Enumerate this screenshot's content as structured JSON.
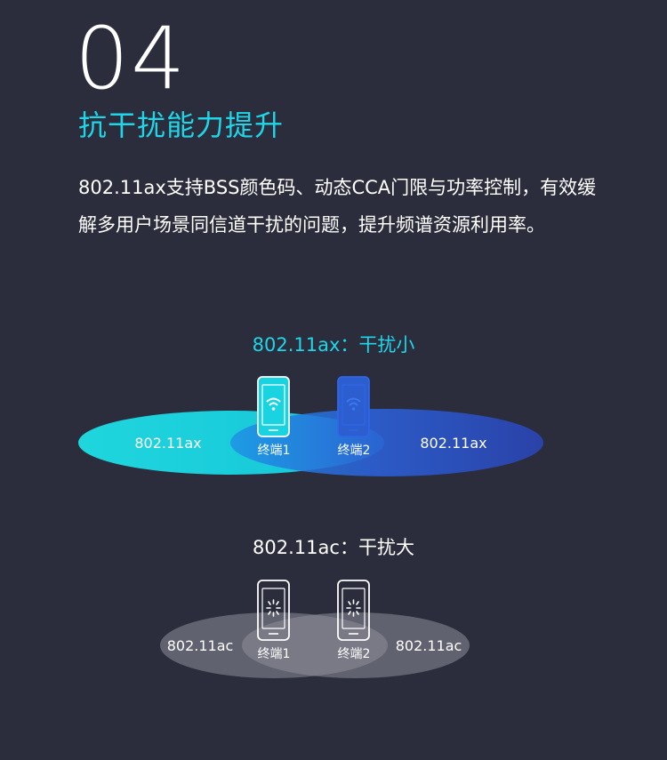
{
  "header": {
    "number": "04",
    "title": "抗干扰能力提升",
    "description": "802.11ax支持BSS颜色码、动态CCA门限与功率控制，有效缓解多用户场景同信道干扰的问题，提升频谱资源利用率。"
  },
  "ax_section": {
    "caption": "802.11ax：干扰小",
    "left_label": "802.11ax",
    "right_label": "802.11ax",
    "terminal1": "终端1",
    "terminal2": "终端2"
  },
  "ac_section": {
    "caption": "802.11ac：干扰大",
    "left_label": "802.11ac",
    "right_label": "802.11ac",
    "terminal1": "终端1",
    "terminal2": "终端2"
  },
  "icons": {
    "phone_wifi": "phone-wifi-icon",
    "phone_loading": "phone-loading-icon"
  },
  "colors": {
    "background": "#2b2d3c",
    "accent_cyan": "#1fd6e8",
    "accent_blue": "#2d55c9",
    "grey": "#9b9ba6"
  }
}
